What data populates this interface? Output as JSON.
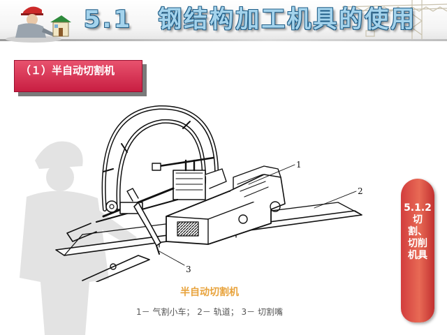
{
  "slide": {
    "title": "5.1　钢结构加工机具的使用",
    "section_label": "（１）半自动切割机",
    "side_tab_label": "5.1.2 切割、切削机具",
    "figure_caption": "半自动切割机",
    "figure_legend": "1－ 气割小车； 2－ 轨道； 3－ 切割嘴",
    "callouts": [
      "1",
      "2",
      "3"
    ]
  },
  "colors": {
    "title_fill": "#a4d3ec",
    "title_outline": "#1e5c86",
    "section_box": "#d8304e",
    "caption": "#e8a33c",
    "side_tab": "#d94a40"
  },
  "icons": {
    "logo": "worker-with-house-icon",
    "header_decoration": "construction-crane-icon",
    "background": "worker-silhouette-icon"
  }
}
